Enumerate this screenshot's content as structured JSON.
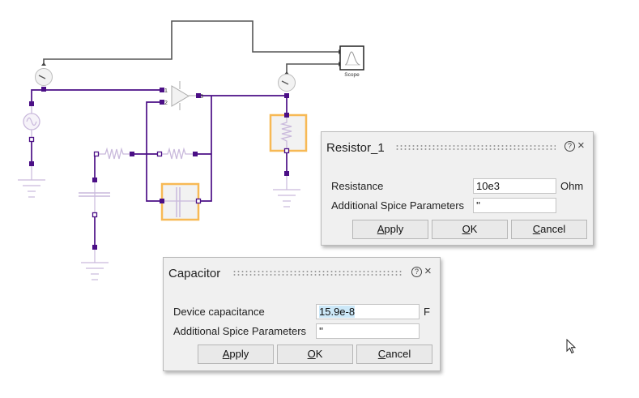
{
  "colors": {
    "wire": "#4b0f86",
    "signal_wire": "#555555",
    "component": "#c9b9dc",
    "selection": "#f7b955",
    "dialog_bg": "#f0f0f0",
    "input_selection": "#cce8f8"
  },
  "schematic": {
    "scope_label": "Scope",
    "opamp_pins": [
      "1",
      "2",
      "3"
    ],
    "components": [
      "voltage-source",
      "ammeter-1",
      "ammeter-2",
      "op-amp",
      "resistor-input",
      "resistor-feedback",
      "capacitor-feedback",
      "capacitor-input",
      "resistor-load",
      "ground-1",
      "ground-2",
      "ground-3",
      "scope"
    ]
  },
  "resistor_dialog": {
    "title": "Resistor_1",
    "help_icon": "?",
    "close_icon": "×",
    "fields": [
      {
        "label": "Resistance",
        "value": "10e3",
        "unit": "Ohm"
      },
      {
        "label": "Additional Spice Parameters",
        "value": "''",
        "unit": ""
      }
    ],
    "buttons": {
      "apply": {
        "mnemonic": "A",
        "rest": "pply"
      },
      "ok": {
        "mnemonic": "O",
        "rest": "K"
      },
      "cancel": {
        "mnemonic": "C",
        "rest": "ancel"
      }
    }
  },
  "capacitor_dialog": {
    "title": "Capacitor",
    "help_icon": "?",
    "close_icon": "×",
    "fields": [
      {
        "label": "Device capacitance",
        "value": "15.9e-8",
        "unit": "F"
      },
      {
        "label": "Additional Spice Parameters",
        "value": "''",
        "unit": ""
      }
    ],
    "buttons": {
      "apply": {
        "mnemonic": "A",
        "rest": "pply"
      },
      "ok": {
        "mnemonic": "O",
        "rest": "K"
      },
      "cancel": {
        "mnemonic": "C",
        "rest": "ancel"
      }
    }
  }
}
